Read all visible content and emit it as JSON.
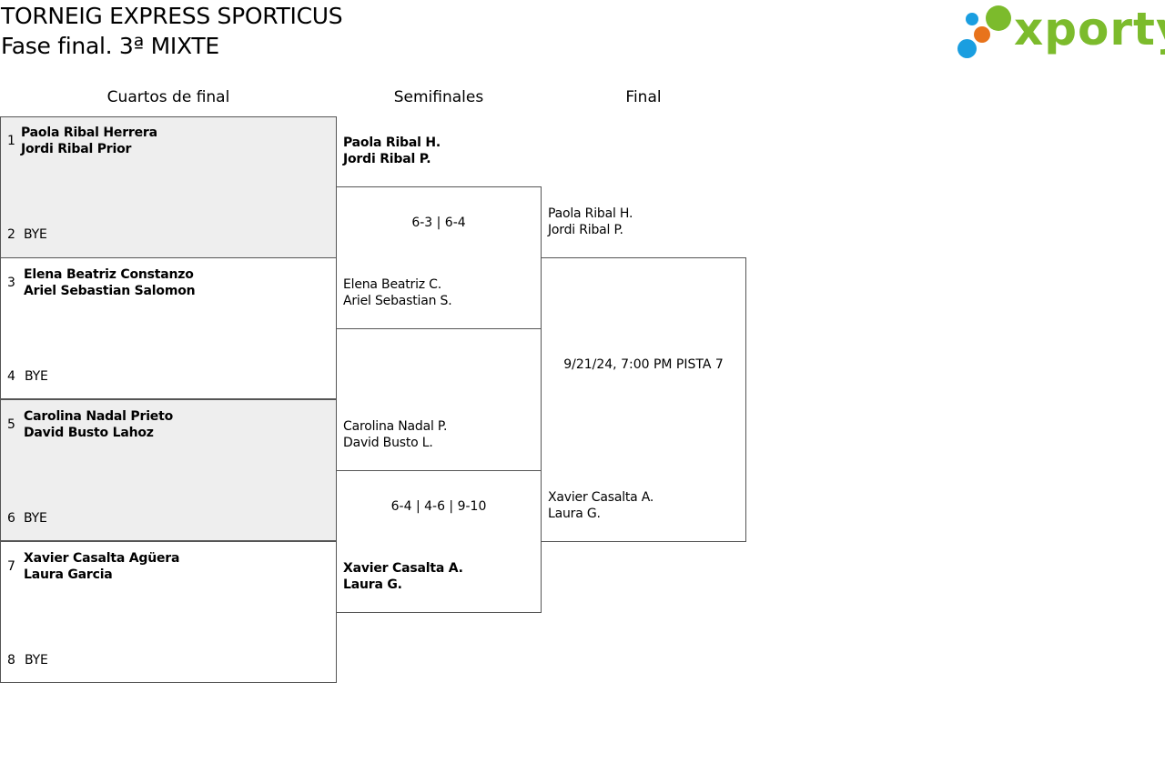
{
  "header": {
    "title": "TORNEIG EXPRESS SPORTICUS",
    "subtitle": "Fase final. 3ª MIXTE"
  },
  "logo": {
    "text": "xporty",
    "colors": {
      "text": "#7cbb2c",
      "dot_blue": "#1a9ee0",
      "dot_orange": "#e8731b",
      "dot_green": "#7cbb2c"
    }
  },
  "columns": {
    "quarterfinals": "Cuartos de final",
    "semifinals": "Semifinales",
    "final": "Final"
  },
  "quarterfinals": [
    {
      "top": {
        "seed": "1",
        "players": [
          "Paola Ribal Herrera",
          "Jordi Ribal Prior"
        ]
      },
      "bottom": {
        "seed": "2",
        "players": [
          "BYE"
        ]
      }
    },
    {
      "top": {
        "seed": "3",
        "players": [
          "Elena Beatriz Constanzo",
          "Ariel Sebastian Salomon"
        ]
      },
      "bottom": {
        "seed": "4",
        "players": [
          "BYE"
        ]
      }
    },
    {
      "top": {
        "seed": "5",
        "players": [
          "Carolina Nadal Prieto",
          "David Busto Lahoz"
        ]
      },
      "bottom": {
        "seed": "6",
        "players": [
          "BYE"
        ]
      }
    },
    {
      "top": {
        "seed": "7",
        "players": [
          "Xavier Casalta Agüera",
          "Laura Garcia"
        ]
      },
      "bottom": {
        "seed": "8",
        "players": [
          "BYE"
        ]
      }
    }
  ],
  "semifinals": [
    {
      "top": {
        "players": [
          "Paola Ribal H.",
          "Jordi Ribal P."
        ],
        "winner": true
      },
      "score": "6-3 | 6-4",
      "bottom": {
        "players": [
          "Elena Beatriz C.",
          "Ariel Sebastian S."
        ],
        "winner": false
      }
    },
    {
      "top": {
        "players": [
          "Carolina Nadal P.",
          "David Busto L."
        ],
        "winner": false
      },
      "score": "6-4 | 4-6 | 9-10",
      "bottom": {
        "players": [
          "Xavier Casalta A.",
          "Laura G."
        ],
        "winner": true
      }
    }
  ],
  "final": {
    "top": {
      "players": [
        "Paola Ribal H.",
        "Jordi Ribal P."
      ]
    },
    "info": "9/21/24, 7:00 PM PISTA 7",
    "bottom": {
      "players": [
        "Xavier Casalta A.",
        "Laura G."
      ]
    }
  }
}
